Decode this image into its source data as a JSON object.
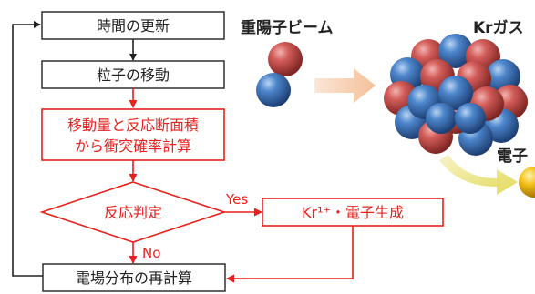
{
  "flowchart": {
    "steps": [
      {
        "id": "update_time",
        "label": "時間の更新"
      },
      {
        "id": "move_particles",
        "label": "粒子の移動"
      },
      {
        "id": "collision_prob",
        "line1": "移動量と反応断面積",
        "line2": "から衝突確率計算"
      },
      {
        "id": "reaction_judgment",
        "label": "反応判定"
      },
      {
        "id": "generation",
        "label": "Kr¹⁺・電子生成"
      },
      {
        "id": "field_recalc",
        "label": "電場分布の再計算"
      }
    ],
    "branch_yes": "Yes",
    "branch_no": "No"
  },
  "illustration": {
    "beam_label": "重陽子ビーム",
    "gas_label": "Krガス",
    "electron_label": "電子"
  },
  "colors": {
    "black": "#222222",
    "red": "#e8211c",
    "sphere_red": "#c94a4a",
    "sphere_blue": "#3f78c2",
    "arrow_peach": "#f6c9a6",
    "arrow_yellow": "#e8e070",
    "electron_gold": "#f2b800"
  }
}
